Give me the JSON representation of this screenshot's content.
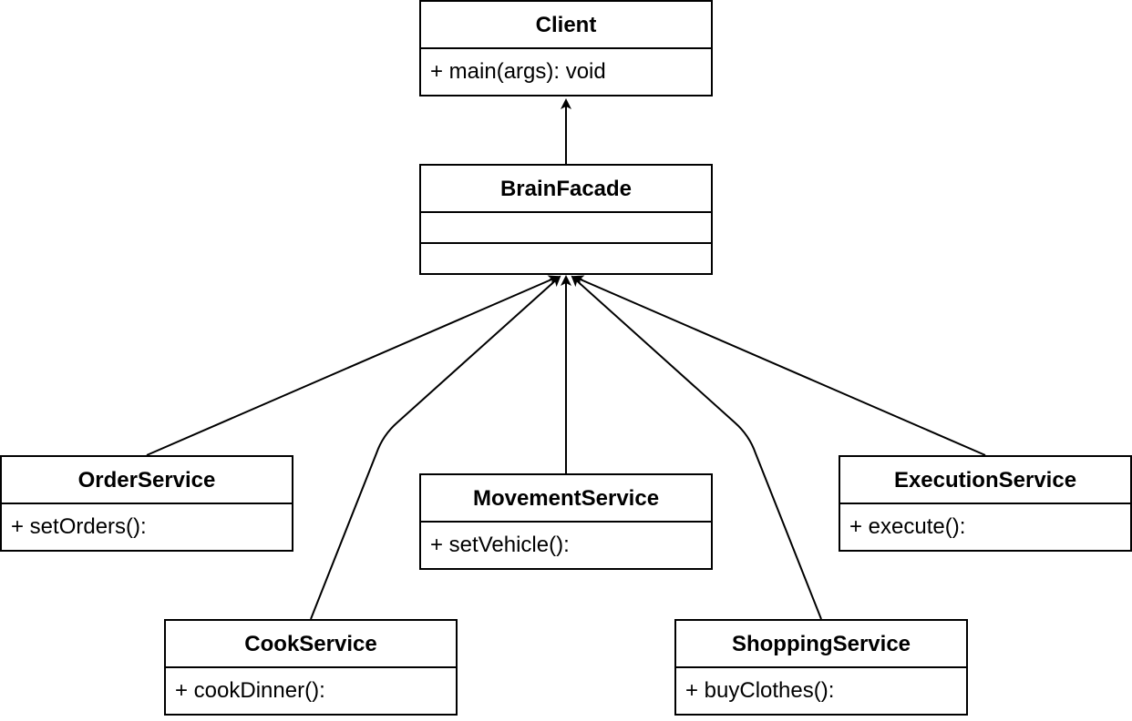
{
  "diagram": {
    "line_color": "#000000",
    "box_fill": "#ffffff",
    "classes": {
      "client": {
        "name": "Client",
        "method": "+ main(args): void"
      },
      "brain_facade": {
        "name": "BrainFacade"
      },
      "order_service": {
        "name": "OrderService",
        "method": "+ setOrders():"
      },
      "movement_service": {
        "name": "MovementService",
        "method": "+ setVehicle():"
      },
      "execution_service": {
        "name": "ExecutionService",
        "method": "+ execute():"
      },
      "cook_service": {
        "name": "CookService",
        "method": "+ cookDinner():"
      },
      "shopping_service": {
        "name": "ShoppingService",
        "method": "+ buyClothes():"
      }
    },
    "relations": [
      {
        "from": "BrainFacade",
        "to": "Client"
      },
      {
        "from": "OrderService",
        "to": "BrainFacade"
      },
      {
        "from": "CookService",
        "to": "BrainFacade"
      },
      {
        "from": "MovementService",
        "to": "BrainFacade"
      },
      {
        "from": "ShoppingService",
        "to": "BrainFacade"
      },
      {
        "from": "ExecutionService",
        "to": "BrainFacade"
      }
    ]
  }
}
